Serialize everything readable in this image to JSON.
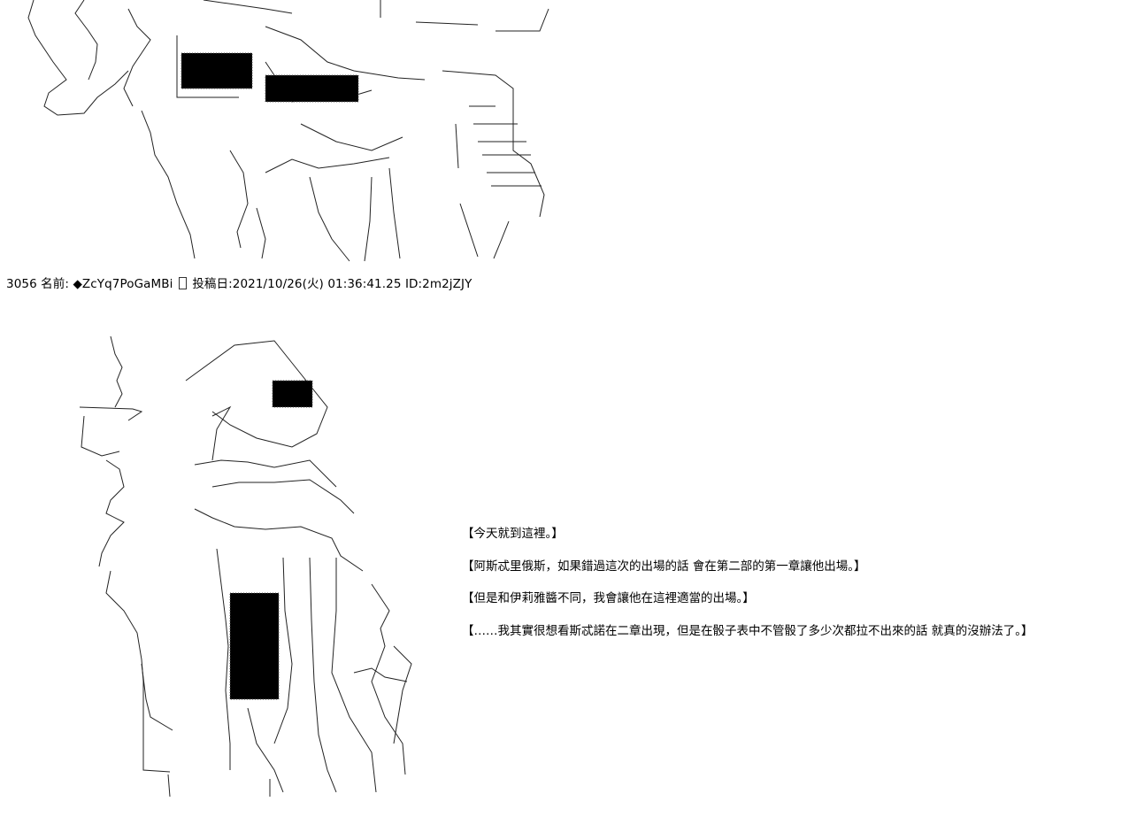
{
  "post": {
    "number": "3056",
    "name_label": "名前:",
    "trip": "◆ZcYq7PoGaMBi",
    "posted_label": "投稿日:",
    "datetime": "2021/10/26(火) 01:36:41.25",
    "id": "ID:2m2jZJY"
  },
  "dialogue": [
    "【今天就到這裡。】",
    "【阿斯忒里俄斯，如果錯過這次的出場的話 會在第二部的第一章讓他出場。】",
    "【但是和伊莉雅醬不同，我會讓他在這裡適當的出場。】",
    "【……我其實很想看斯忒諾在二章出現，但是在骰子表中不管骰了多少次都拉不出來的話 就真的沒辦法了。】"
  ]
}
